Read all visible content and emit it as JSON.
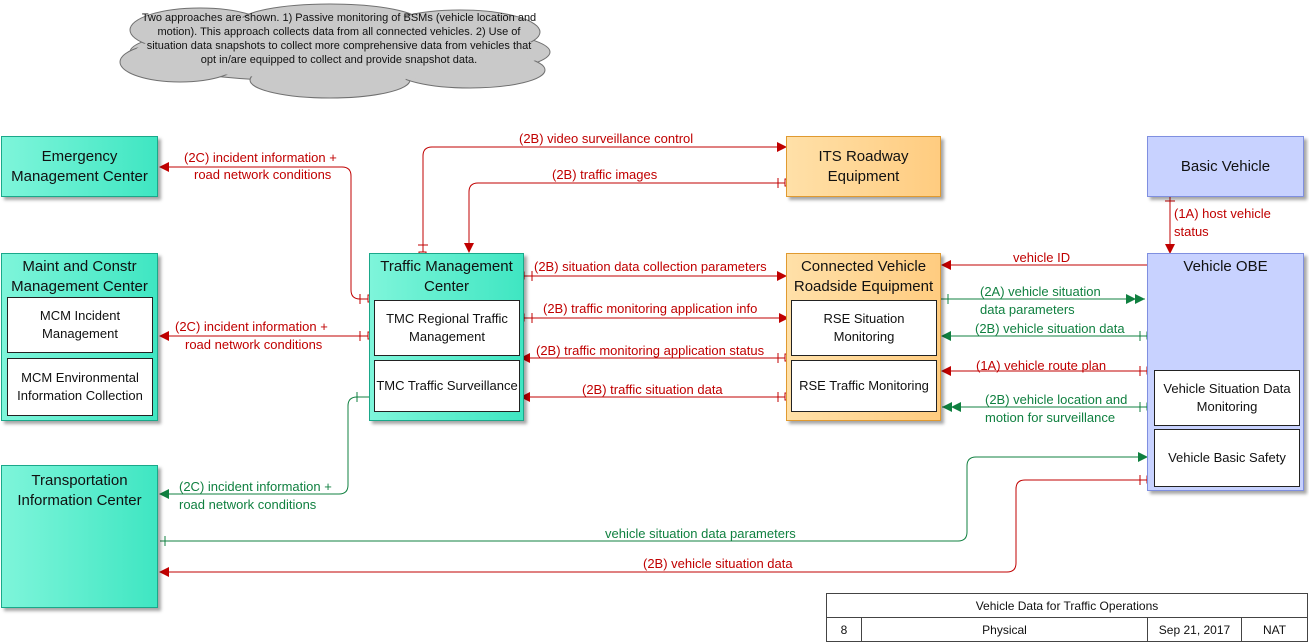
{
  "note": "Two approaches are shown.  1) Passive monitoring of BSMs (vehicle location and motion).  This approach collects data from all connected vehicles. 2) Use of situation data snapshots to collect more comprehensive data from vehicles that opt in/are equipped to collect and provide snapshot data.",
  "centers": {
    "emc": "Emergency Management Center",
    "mcm": "Maint and Constr Management Center",
    "tic": "Transportation Information Center",
    "tmc": "Traffic Management Center",
    "its": "ITS Roadway Equipment",
    "cvre": "Connected Vehicle Roadside Equipment",
    "bv": "Basic Vehicle",
    "obe": "Vehicle OBE"
  },
  "objects": {
    "mcm_incident": "MCM Incident Management",
    "mcm_env": "MCM Environmental Information Collection",
    "tmc_regional": "TMC Regional Traffic Management",
    "tmc_surv": "TMC Traffic Surveillance",
    "rse_sit": "RSE Situation Monitoring",
    "rse_traffic": "RSE Traffic Monitoring",
    "vsdm": "Vehicle Situation Data Monitoring",
    "vbs": "Vehicle Basic Safety"
  },
  "flows": {
    "video_ctrl": "(2B) video surveillance control",
    "traffic_images": "(2B) traffic images",
    "inc_emc_1": "(2C) incident information +",
    "inc_emc_2": "road network conditions",
    "inc_mcm_1": "(2C) incident information +",
    "inc_mcm_2": "road network conditions",
    "inc_tic_1": "(2C) incident information +",
    "inc_tic_2": "road network conditions",
    "sit_params": "(2B) situation data collection parameters",
    "mon_info": "(2B) traffic monitoring application info",
    "mon_status": "(2B) traffic monitoring application status",
    "traffic_sit": "(2B) traffic situation data",
    "host_status_1": "(1A) host vehicle",
    "host_status_2": "status",
    "vehicle_id": "vehicle ID",
    "sit_params_2a_1": "(2A) vehicle situation",
    "sit_params_2a_2": "data parameters",
    "sit_data_2b": "(2B) vehicle situation data",
    "route_plan": "(1A) vehicle route plan",
    "loc_motion_1": "(2B) vehicle location and",
    "loc_motion_2": "motion  for surveillance",
    "vsd_params": "vehicle situation data parameters",
    "vsd_2b": "(2B) vehicle situation data"
  },
  "title_block": {
    "title": "Vehicle Data for Traffic Operations",
    "number": "8",
    "view": "Physical",
    "date": "Sep 21, 2017",
    "author": "NAT"
  },
  "colors": {
    "red_flow": "#c00000",
    "green_flow": "#108040",
    "center_green": "#52eccb",
    "center_orange": "#ffd591",
    "center_blue": "#c8d2ff",
    "cloud": "#c9c9c9"
  }
}
